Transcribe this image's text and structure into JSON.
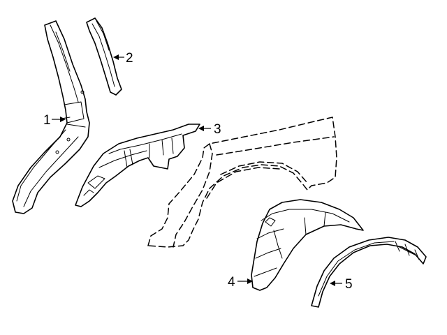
{
  "colors": {
    "line": "#000000",
    "background": "#ffffff"
  },
  "callouts": [
    {
      "number": "1",
      "part": "pillar"
    },
    {
      "number": "2",
      "part": "pillar-reinforcement"
    },
    {
      "number": "3",
      "part": "inner-wheelhouse-panel"
    },
    {
      "number": "4",
      "part": "wheelhouse-liner"
    },
    {
      "number": "5",
      "part": "wheel-opening-molding"
    }
  ]
}
